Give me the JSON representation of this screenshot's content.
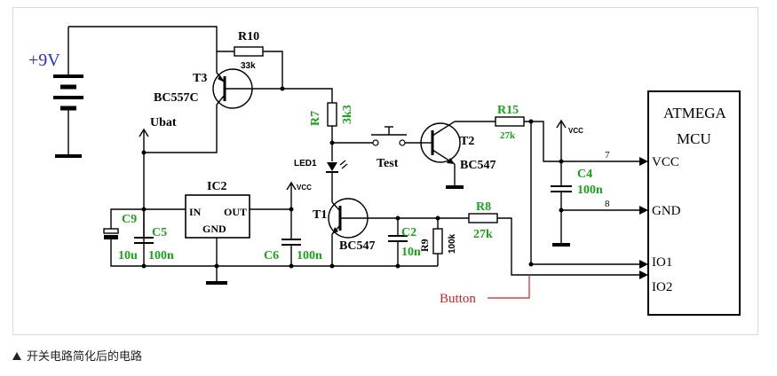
{
  "battery": {
    "voltage": "+9V"
  },
  "labels": {
    "r10": "R10",
    "r10_val": "33k",
    "t3": "T3",
    "t3_type": "BC557C",
    "ubat": "Ubat",
    "r7": "R7",
    "r7_val": "3k3",
    "led1": "LED1",
    "test": "Test",
    "t2": "T2",
    "t2_type": "BC547",
    "r15": "R15",
    "r15_val": "27k",
    "vcc_small_1": "VCC",
    "vcc_small_2": "VCC",
    "c4": "C4",
    "c4_val": "100n",
    "ic2": "IC2",
    "ic2_in": "IN",
    "ic2_out": "OUT",
    "ic2_gnd": "GND",
    "c9": "C9",
    "c9_val": "10u",
    "c5": "C5",
    "c5_val": "100n",
    "c6": "C6",
    "c6_val": "100n",
    "t1": "T1",
    "t1_type": "BC547",
    "c2": "C2",
    "c2_val": "10n",
    "r9": "R9",
    "r9_val": "100k",
    "r8": "R8",
    "r8_val": "27k",
    "pin7": "7",
    "pin8": "8",
    "button": "Button"
  },
  "mcu": {
    "title_1": "ATMEGA",
    "title_2": "MCU",
    "pins": {
      "vcc": "VCC",
      "gnd": "GND",
      "io1": "IO1",
      "io2": "IO2"
    }
  },
  "caption": "开关电路简化后的电路",
  "colors": {
    "component_label": "#1aa31a",
    "battery_label": "#2a2ad6",
    "button_label": "#d42020",
    "wire": "#000000"
  }
}
